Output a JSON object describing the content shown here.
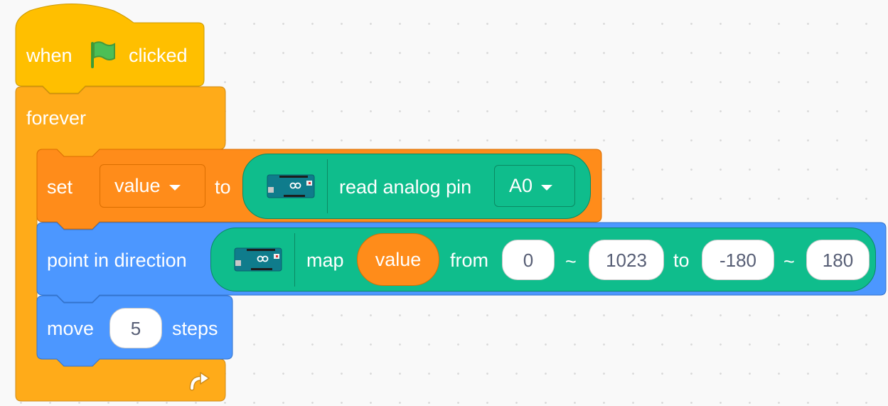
{
  "hat": {
    "when": "when",
    "clicked": "clicked",
    "icon": "green-flag-icon"
  },
  "forever": {
    "label": "forever",
    "loop_icon": "loop-arrow-icon"
  },
  "set_block": {
    "set": "set",
    "variable": "value",
    "to": "to"
  },
  "read_block": {
    "label": "read analog pin",
    "pin": "A0",
    "icon": "arduino-board-icon"
  },
  "direction_block": {
    "label": "point in direction"
  },
  "map_block": {
    "map": "map",
    "variable": "value",
    "from": "from",
    "from_low": "0",
    "tilde1": "~",
    "from_high": "1023",
    "to": "to",
    "to_low": "-180",
    "tilde2": "~",
    "to_high": "180",
    "icon": "arduino-board-icon"
  },
  "move_block": {
    "move": "move",
    "steps_value": "5",
    "steps": "steps"
  },
  "colors": {
    "events": "#ffbf00",
    "control": "#ffab19",
    "variables": "#ff8c1a",
    "motion": "#4c97ff",
    "extension": "#0fbd8c"
  }
}
